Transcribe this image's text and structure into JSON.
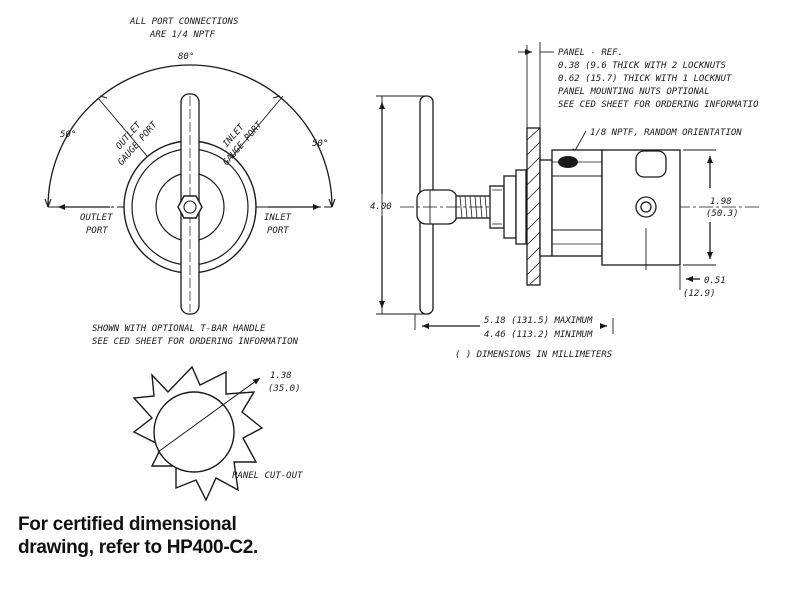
{
  "front_view": {
    "port_note": [
      "ALL PORT CONNECTIONS",
      "ARE 1/4 NPTF"
    ],
    "angle_top": "80°",
    "angle_left": "50°",
    "angle_right": "50°",
    "outlet_gauge_port": [
      "OUTLET",
      "GAUGE PORT"
    ],
    "inlet_gauge_port": [
      "INLET",
      "GAUGE PORT"
    ],
    "outlet_port": [
      "OUTLET",
      "PORT"
    ],
    "inlet_port": [
      "INLET",
      "PORT"
    ],
    "handle_note": [
      "SHOWN WITH OPTIONAL T-BAR HANDLE",
      "SEE CED SHEET FOR ORDERING INFORMATION"
    ]
  },
  "side_view": {
    "panel_notes": [
      "PANEL - REF.",
      "0.38 (9.6 THICK WITH 2 LOCKNUTS",
      "0.62 (15.7) THICK WITH 1 LOCKNUT",
      "PANEL MOUNTING NUTS OPTIONAL",
      "SEE CED SHEET FOR ORDERING INFORMATIO"
    ],
    "nptf_note": "1/8 NPTF, RANDOM ORIENTATION",
    "height": "4.00",
    "body_dia": "1.98",
    "body_dia_mm": "(50.3)",
    "offset": "0.51",
    "offset_mm": "(12.9)",
    "max_length": "5.18  (131.5)  MAXIMUM",
    "min_length": "4.46  (113.2)  MINIMUM",
    "mm_note": "(   )  DIMENSIONS IN MILLIMETERS"
  },
  "cutout": {
    "dia": "1.38",
    "dia_mm": "(35.0)",
    "label": "PANEL CUT-OUT"
  },
  "caption": [
    "For certified dimensional",
    "drawing, refer to HP400-C2."
  ]
}
